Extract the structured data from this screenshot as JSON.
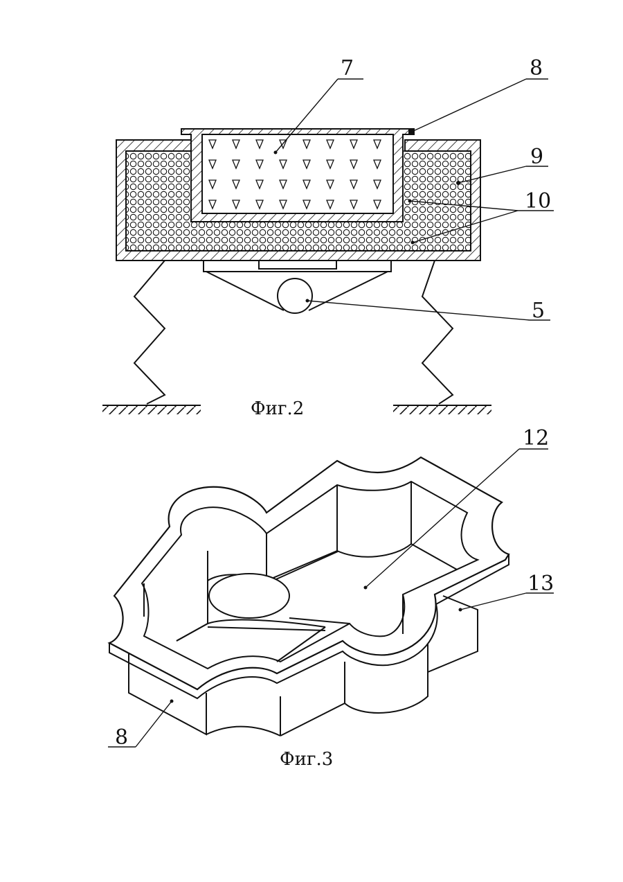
{
  "figure2": {
    "caption": "Фиг.2",
    "labels": {
      "l7": "7",
      "l8": "8",
      "l9": "9",
      "l10": "10",
      "l5": "5"
    }
  },
  "figure3": {
    "caption": "Фиг.3",
    "labels": {
      "l12": "12",
      "l13": "13",
      "l8": "8"
    }
  },
  "colors": {
    "ink": "#111111",
    "paper": "#ffffff"
  }
}
